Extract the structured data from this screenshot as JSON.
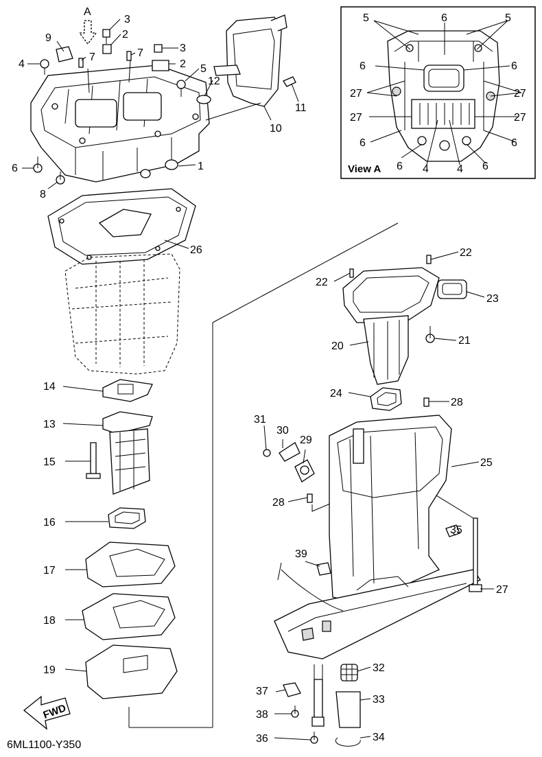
{
  "view_label": "View A",
  "arrow_label": "A",
  "fwd_label": "FWD",
  "footer_code": "6ML1100-Y350",
  "callouts": {
    "p1": "1",
    "p2a": "2",
    "p2b": "2",
    "p3a": "3",
    "p3b": "3",
    "p4": "4",
    "p5": "5",
    "p6": "6",
    "p7a": "7",
    "p7b": "7",
    "p8": "8",
    "p9": "9",
    "p10": "10",
    "p11": "11",
    "p12": "12",
    "p13": "13",
    "p14": "14",
    "p15": "15",
    "p16": "16",
    "p17": "17",
    "p18": "18",
    "p19": "19",
    "p20": "20",
    "p21": "21",
    "p22a": "22",
    "p22b": "22",
    "p23": "23",
    "p24": "24",
    "p25": "25",
    "p26": "26",
    "p27": "27",
    "p28a": "28",
    "p28b": "28",
    "p29": "29",
    "p30": "30",
    "p31": "31",
    "p32": "32",
    "p33": "33",
    "p34": "34",
    "p35": "35",
    "p36": "36",
    "p37": "37",
    "p38": "38",
    "p39": "39"
  },
  "view_a_callouts": {
    "v5l": "5",
    "v5r": "5",
    "v6t": "6",
    "v6ml": "6",
    "v6mr": "6",
    "v27ul": "27",
    "v27ur": "27",
    "v27ll": "27",
    "v27lr": "27",
    "v6bl": "6",
    "v6br": "6",
    "v6bbl": "6",
    "v6bbr": "6",
    "v4l": "4",
    "v4r": "4"
  }
}
